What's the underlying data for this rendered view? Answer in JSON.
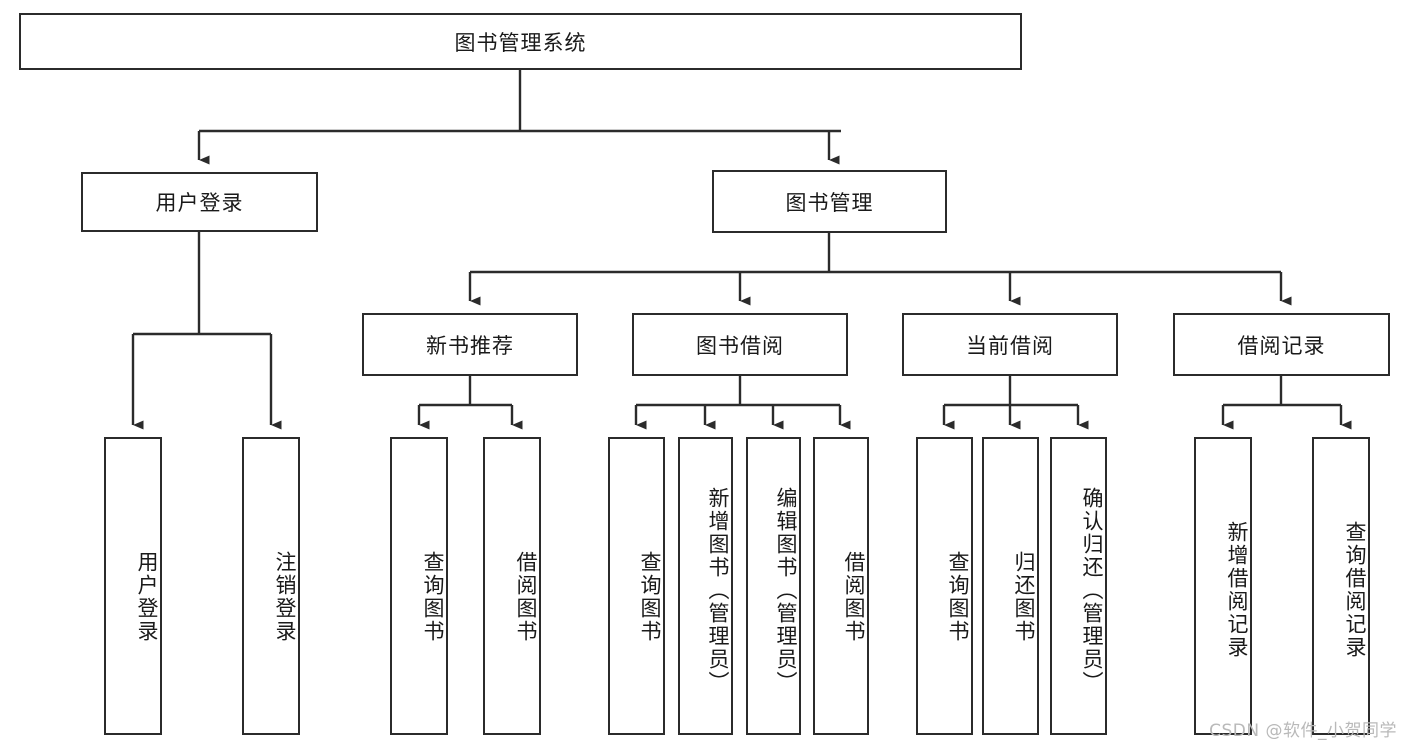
{
  "diagram": {
    "type": "hierarchy-tree",
    "title": "图书管理系统",
    "root": {
      "label": "图书管理系统"
    },
    "level2": [
      {
        "id": "user-login",
        "label": "用户登录"
      },
      {
        "id": "book-manage",
        "label": "图书管理"
      }
    ],
    "level3": [
      {
        "id": "new-book-recommend",
        "label": "新书推荐"
      },
      {
        "id": "book-borrow",
        "label": "图书借阅"
      },
      {
        "id": "current-borrow",
        "label": "当前借阅"
      },
      {
        "id": "borrow-record",
        "label": "借阅记录"
      }
    ],
    "leaves": {
      "user_login": [
        {
          "id": "leaf-user-login",
          "label": "用户登录"
        },
        {
          "id": "leaf-user-logout",
          "label": "注销登录"
        }
      ],
      "new_book_recommend": [
        {
          "id": "leaf-query-book-1",
          "label": "查询图书"
        },
        {
          "id": "leaf-borrow-book-1",
          "label": "借阅图书"
        }
      ],
      "book_borrow": [
        {
          "id": "leaf-query-book-2",
          "label": "查询图书"
        },
        {
          "id": "leaf-add-book",
          "label": "新增图书（管理员）"
        },
        {
          "id": "leaf-edit-book",
          "label": "编辑图书（管理员）"
        },
        {
          "id": "leaf-borrow-book-2",
          "label": "借阅图书"
        }
      ],
      "current_borrow": [
        {
          "id": "leaf-query-book-3",
          "label": "查询图书"
        },
        {
          "id": "leaf-return-book",
          "label": "归还图书"
        },
        {
          "id": "leaf-confirm-return",
          "label": "确认归还（管理员）"
        }
      ],
      "borrow_record": [
        {
          "id": "leaf-add-record",
          "label": "新增借阅记录"
        },
        {
          "id": "leaf-query-record",
          "label": "查询借阅记录"
        }
      ]
    },
    "colors": {
      "stroke": "#2b2b2b",
      "background": "#ffffff",
      "text": "#1a1a1a",
      "watermark": "#b9b9b9"
    }
  },
  "watermark": {
    "text": "CSDN @软件_小贺同学"
  }
}
